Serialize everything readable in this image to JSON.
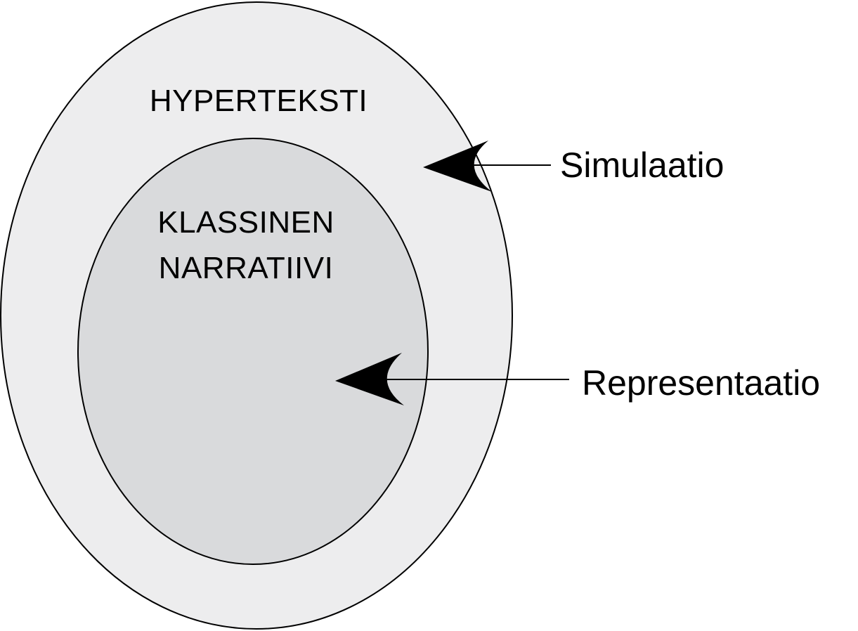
{
  "diagram": {
    "outer_region": {
      "label": "HYPERTEKSTI",
      "fill": "#ededee"
    },
    "inner_region": {
      "label_line1": "KLASSINEN",
      "label_line2": "NARRATIIVI",
      "fill": "#d9dadc"
    },
    "callouts": [
      {
        "label": "Simulaatio",
        "points_to": "outer_region",
        "arrow_icon": "arrowhead-left-icon"
      },
      {
        "label": "Representaatio",
        "points_to": "inner_region",
        "arrow_icon": "arrowhead-left-icon"
      }
    ],
    "stroke_color": "#000000"
  }
}
